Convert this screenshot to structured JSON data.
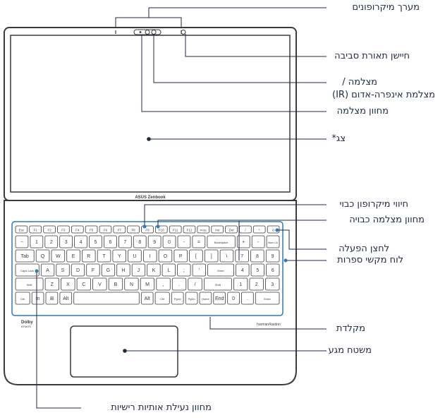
{
  "labels": {
    "mic_array": "מערך מיקרופונים",
    "ambient_sensor": "חיישן תאורת סביבה",
    "camera_line1": "מצלמה /",
    "camera_line2": "מצלמת אינפרה-אדום (IR)",
    "camera_indicator": "מחוון מצלמה",
    "display": "צג*",
    "mic_mute_indicator": "חיווי מיקרופון כבוי",
    "camera_off_indicator": "מחוון מצלמה כבויה",
    "power_button": "לחצן הפעלה",
    "numpad": "לוח מקשי ספרות",
    "keyboard": "מקלדת",
    "touchpad": "משטח מגע",
    "capslock_indicator": "מחוון נעילת אותיות רישיות"
  },
  "device": {
    "brand_text": "ASUS Zenbook",
    "dolby_text": "Dolby",
    "dolby_sub": "ATMOS",
    "hk_text": "harman/kardon"
  },
  "keys": {
    "row_fn": [
      "Esc",
      "F1",
      "F2",
      "F3",
      "F4",
      "F5",
      "F6",
      "F7",
      "F8",
      "F9",
      "F10",
      "F11",
      "F12",
      "PrtSc",
      "Ins",
      "Del",
      "/",
      "*",
      "⏻"
    ],
    "row_num": [
      "~",
      "1",
      "2",
      "3",
      "4",
      "5",
      "6",
      "7",
      "8",
      "9",
      "0",
      "-",
      "=",
      "Backspace",
      "+",
      "-",
      "Num Lk"
    ],
    "row_q": [
      "Tab",
      "Q",
      "W",
      "E",
      "R",
      "T",
      "Y",
      "U",
      "I",
      "O",
      "P",
      "[",
      "]",
      "\\",
      "7",
      "8",
      "9"
    ],
    "row_a": [
      "Caps Lock",
      "A",
      "S",
      "D",
      "F",
      "G",
      "H",
      "J",
      "K",
      "L",
      ";",
      "'",
      "Enter",
      "4",
      "5",
      "6"
    ],
    "row_z": [
      "Shift",
      "Z",
      "X",
      "C",
      "V",
      "B",
      "N",
      "M",
      ",",
      ".",
      "/",
      "Shift",
      "1",
      "2",
      "3"
    ],
    "row_ctrl": [
      "Ctrl",
      "fn",
      "⊞",
      "Alt",
      "",
      "Alt",
      "Ctrl",
      "PgUp",
      "PgDn",
      "Home",
      "End",
      "0",
      ".",
      "Enter"
    ]
  }
}
